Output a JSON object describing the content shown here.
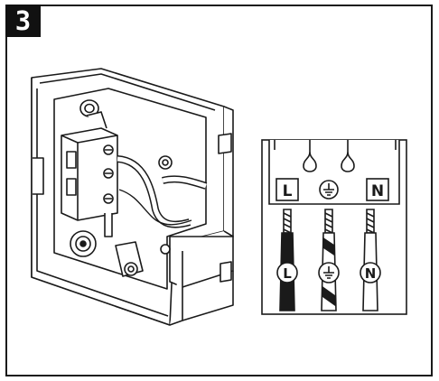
{
  "step": {
    "number": "3"
  },
  "terminal_block": {
    "labels": [
      "L",
      "N"
    ],
    "earth_symbol": "earth-ground-icon"
  },
  "wires": {
    "live_label": "L",
    "neutral_label": "N",
    "earth_symbol": "earth-ground-icon"
  },
  "colors": {
    "line": "#1a1a1a",
    "background": "#ffffff",
    "badge": "#111111"
  }
}
